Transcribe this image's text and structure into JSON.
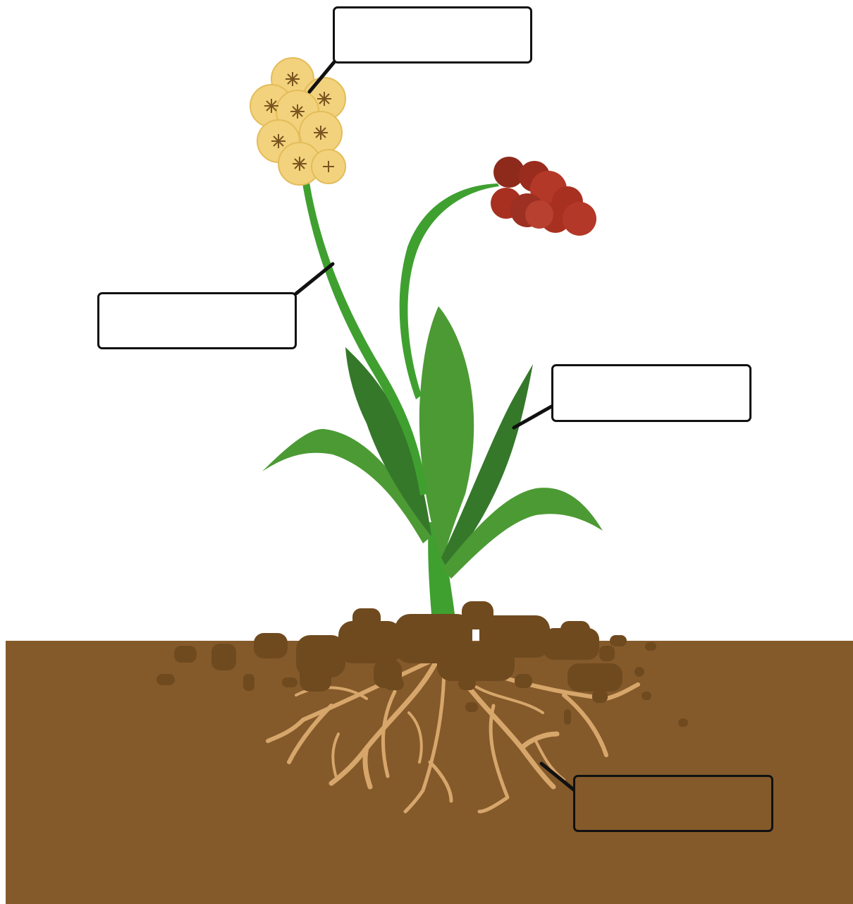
{
  "diagram": {
    "labels": [
      {
        "part": "flower",
        "text": ""
      },
      {
        "part": "stem",
        "text": ""
      },
      {
        "part": "leaf",
        "text": ""
      },
      {
        "part": "roots",
        "text": ""
      }
    ]
  },
  "colors": {
    "soil": "#845a2b",
    "soil_clump": "#6f4a1f",
    "root": "#d7a66b",
    "leaf_light": "#4c9a34",
    "leaf_dark": "#35782a",
    "stem": "#3fa030",
    "flower_yellow": "#f2d27c",
    "flower_center": "#7a5420",
    "seed_red": "#a83020",
    "leader_line": "#111111"
  }
}
